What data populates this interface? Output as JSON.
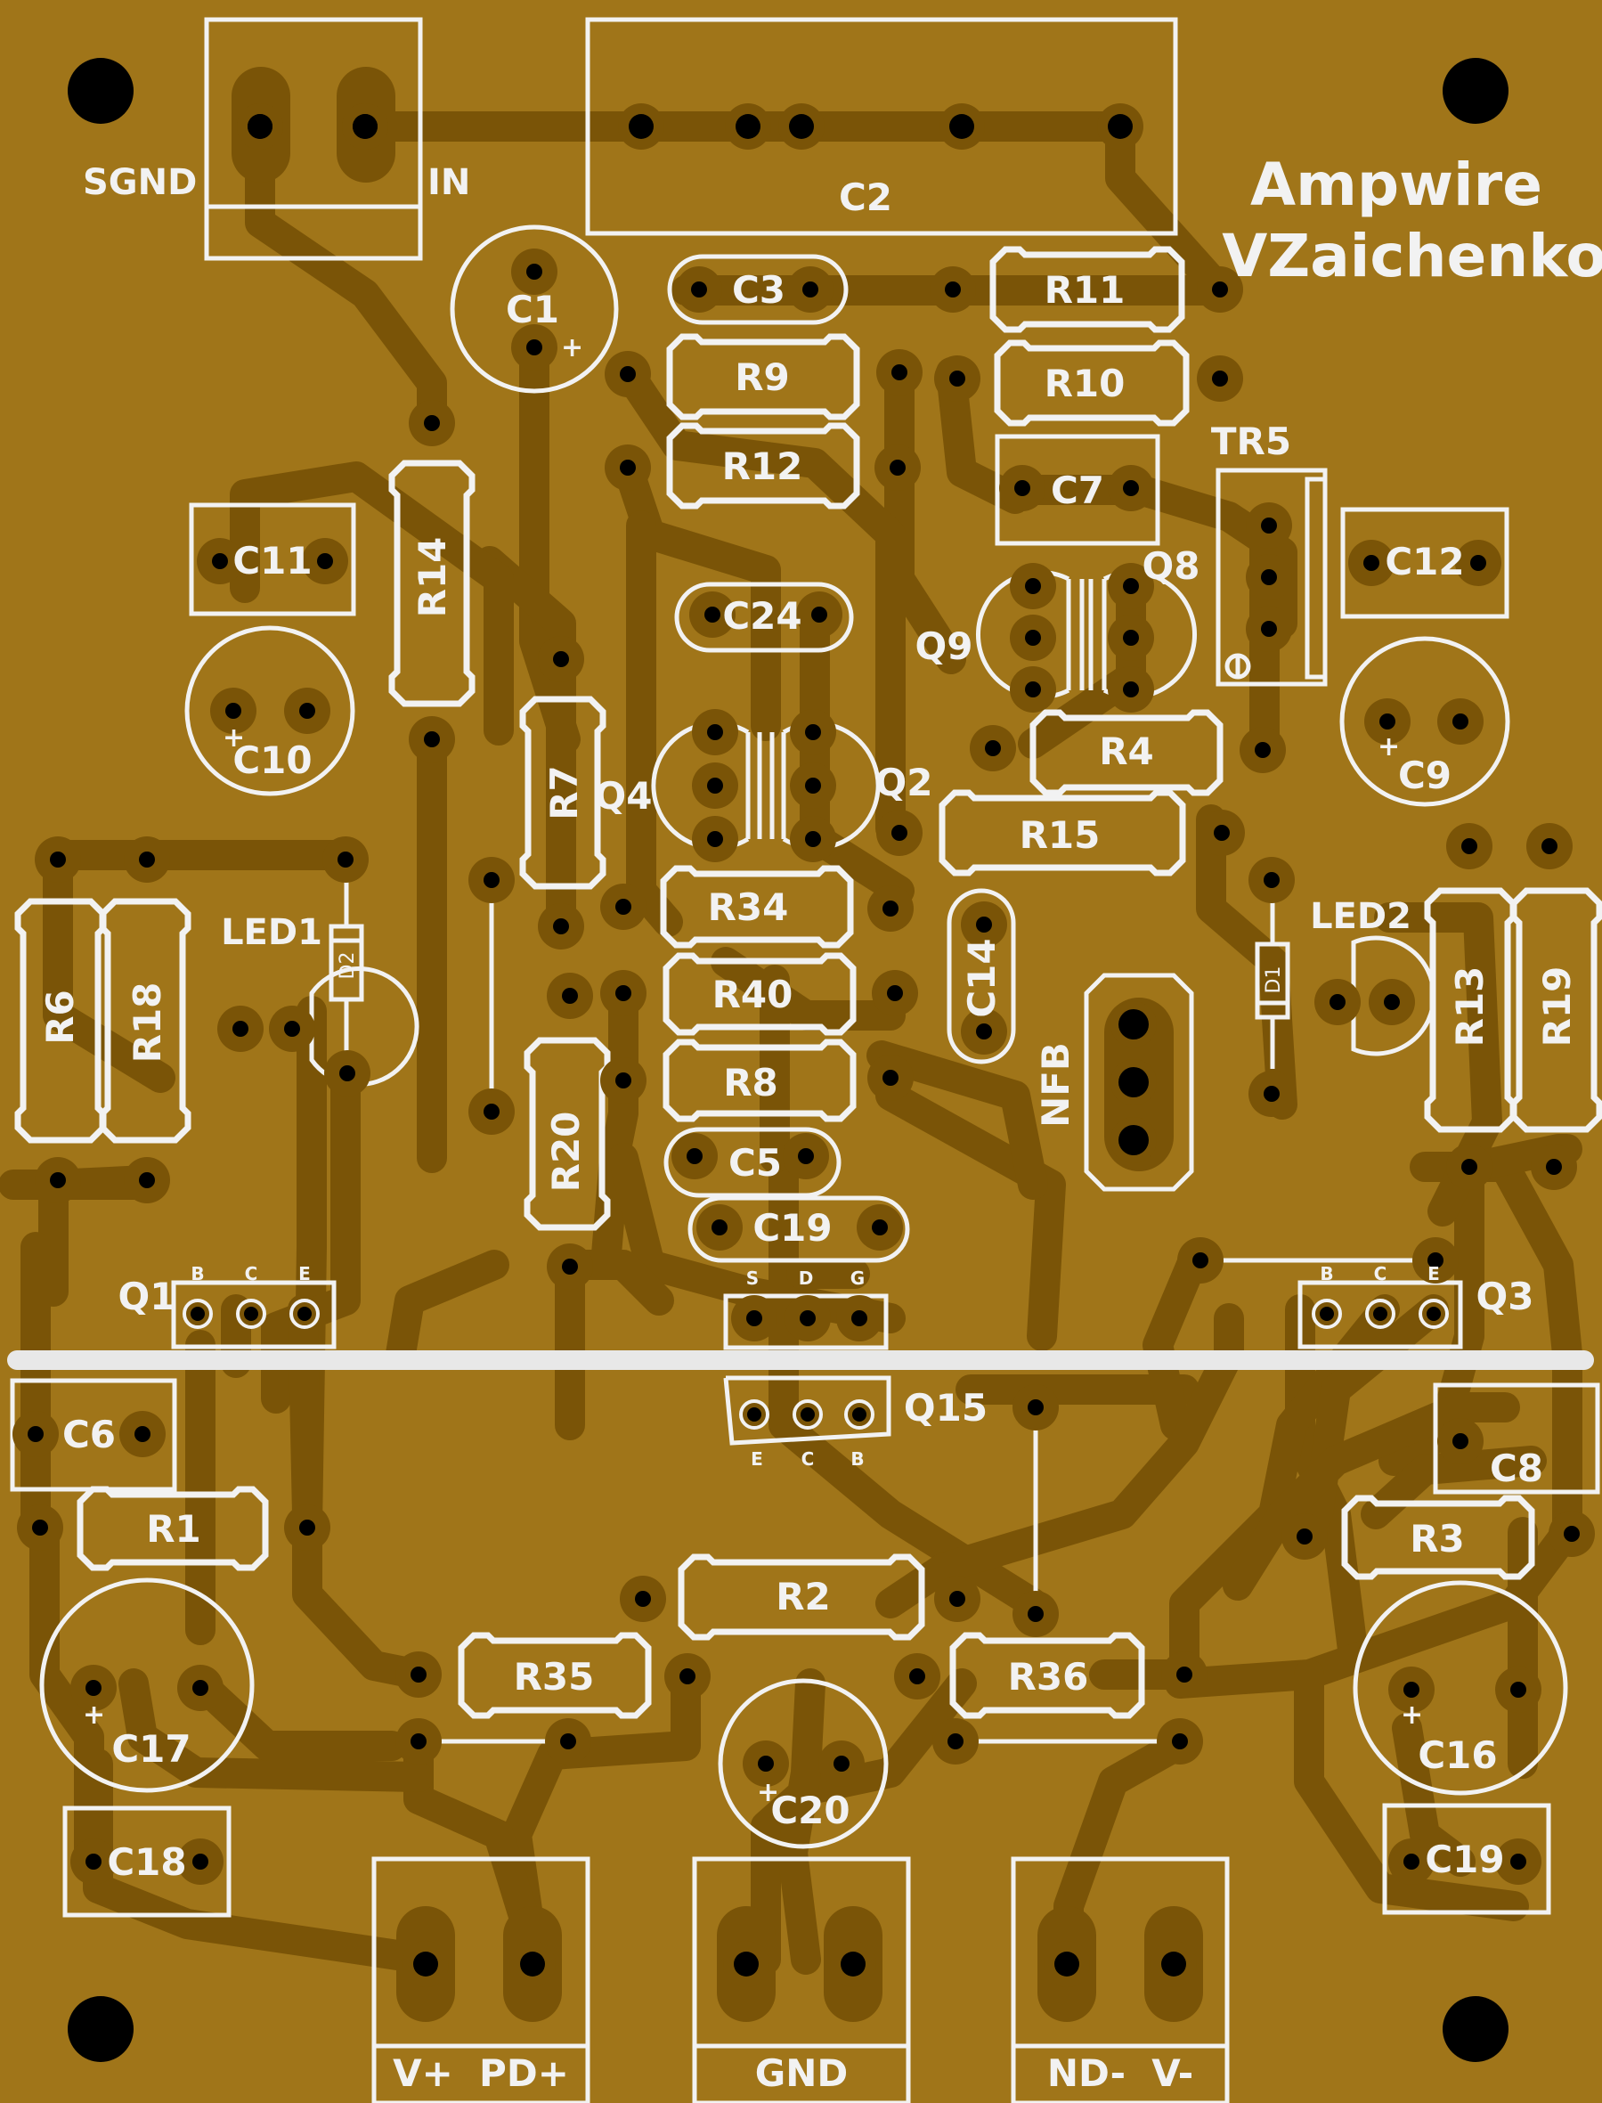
{
  "board": {
    "title_line1": "Ampwire",
    "title_line2": "VZaichenko",
    "colors": {
      "board": "#a07519",
      "trace": "#7a5407",
      "silk": "#f2f2f2",
      "hole": "#000000",
      "bar": "#e8e8e8"
    }
  },
  "components": [
    {
      "ref": "C2"
    },
    {
      "ref": "C1"
    },
    {
      "ref": "C3"
    },
    {
      "ref": "R9"
    },
    {
      "ref": "R12"
    },
    {
      "ref": "R11"
    },
    {
      "ref": "R10"
    },
    {
      "ref": "C7"
    },
    {
      "ref": "TR5"
    },
    {
      "ref": "C12"
    },
    {
      "ref": "C9"
    },
    {
      "ref": "Q8"
    },
    {
      "ref": "Q9"
    },
    {
      "ref": "R4"
    },
    {
      "ref": "R15"
    },
    {
      "ref": "C24"
    },
    {
      "ref": "Q4"
    },
    {
      "ref": "Q2"
    },
    {
      "ref": "R7"
    },
    {
      "ref": "R14"
    },
    {
      "ref": "C11"
    },
    {
      "ref": "C10"
    },
    {
      "ref": "R6"
    },
    {
      "ref": "R18"
    },
    {
      "ref": "LED1"
    },
    {
      "ref": "D2"
    },
    {
      "ref": "R34"
    },
    {
      "ref": "R40"
    },
    {
      "ref": "R8"
    },
    {
      "ref": "C14"
    },
    {
      "ref": "NFB"
    },
    {
      "ref": "LED2"
    },
    {
      "ref": "D1"
    },
    {
      "ref": "R13"
    },
    {
      "ref": "R19"
    },
    {
      "ref": "R20"
    },
    {
      "ref": "C5"
    },
    {
      "ref": "C19"
    },
    {
      "ref": "Q1"
    },
    {
      "ref": "Q3"
    },
    {
      "ref": "Q15"
    },
    {
      "ref": "C6"
    },
    {
      "ref": "C8"
    },
    {
      "ref": "R1"
    },
    {
      "ref": "R3"
    },
    {
      "ref": "R2"
    },
    {
      "ref": "R35"
    },
    {
      "ref": "R36"
    },
    {
      "ref": "C17"
    },
    {
      "ref": "C16"
    },
    {
      "ref": "C20"
    },
    {
      "ref": "C18"
    },
    {
      "ref": "C19"
    }
  ],
  "labels": {
    "sgnd": "SGND",
    "in": "IN",
    "conn_vplus": "V+  PD+",
    "conn_gnd": "GND",
    "conn_vminus": "ND-  V-",
    "pin_b": "B",
    "pin_c": "C",
    "pin_e": "E",
    "pin_s": "S",
    "pin_d": "D",
    "pin_g": "G",
    "plus": "+"
  }
}
